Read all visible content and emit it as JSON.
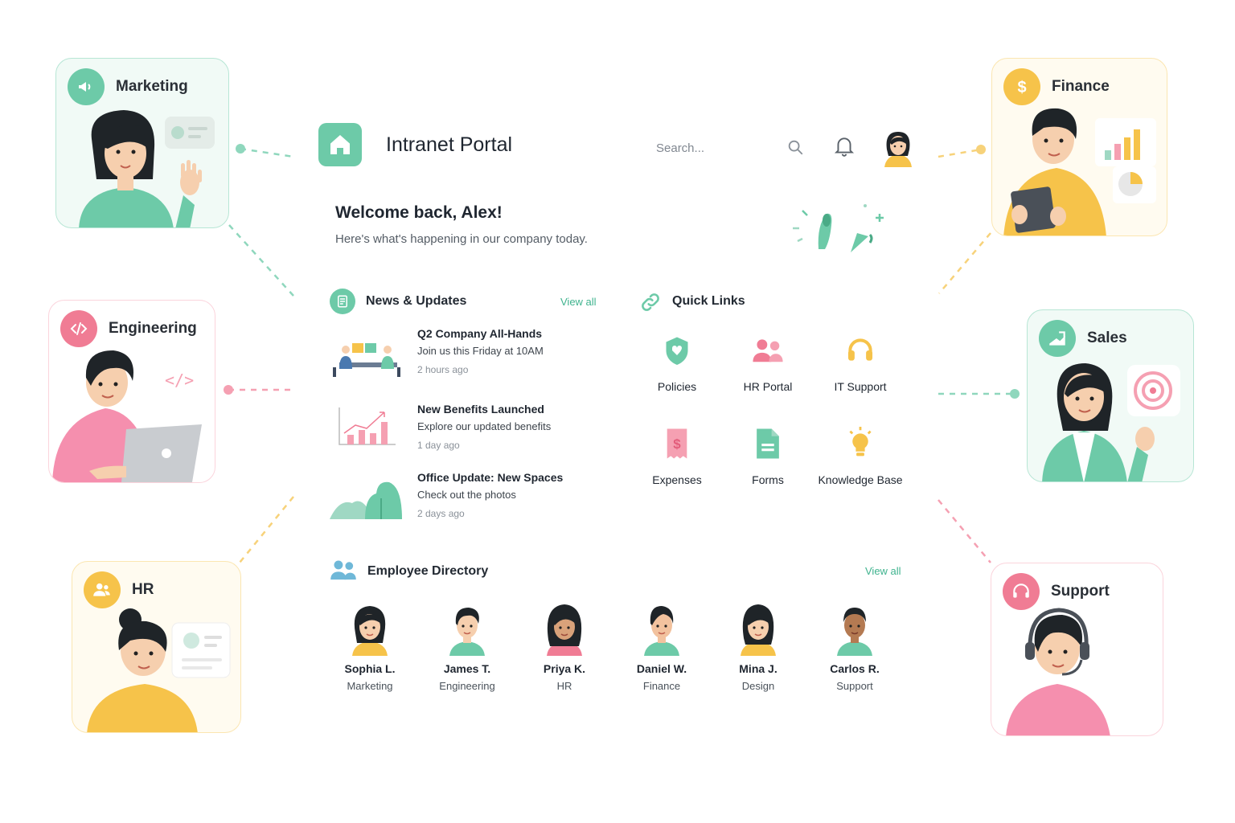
{
  "header": {
    "app_title": "Intranet Portal",
    "search_placeholder": "Search...",
    "icons": [
      "home-icon",
      "search-icon",
      "bell-icon",
      "user-avatar"
    ]
  },
  "welcome": {
    "title": "Welcome back, Alex!",
    "subtitle": "Here's what's happening in our company today."
  },
  "news": {
    "title": "News & Updates",
    "view_all": "View all",
    "items": [
      {
        "title": "Q2 Company All-Hands",
        "description": "Join us this Friday at 10AM",
        "time": "2 hours ago"
      },
      {
        "title": "New Benefits Launched",
        "description": "Explore our updated benefits",
        "time": "1 day ago"
      },
      {
        "title": "Office Update: New Spaces",
        "description": "Check out the photos",
        "time": "2 days ago"
      }
    ]
  },
  "quick_links": {
    "title": "Quick Links",
    "items": [
      {
        "label": "Policies",
        "icon": "shield-icon"
      },
      {
        "label": "HR Portal",
        "icon": "people-icon"
      },
      {
        "label": "IT Support",
        "icon": "headset-icon"
      },
      {
        "label": "Expenses",
        "icon": "receipt-icon"
      },
      {
        "label": "Forms",
        "icon": "document-icon"
      },
      {
        "label": "Knowledge Base",
        "icon": "lightbulb-icon"
      }
    ]
  },
  "directory": {
    "title": "Employee Directory",
    "view_all": "View all",
    "employees": [
      {
        "name": "Sophia L.",
        "department": "Marketing"
      },
      {
        "name": "James T.",
        "department": "Engineering"
      },
      {
        "name": "Priya K.",
        "department": "HR"
      },
      {
        "name": "Daniel W.",
        "department": "Finance"
      },
      {
        "name": "Mina J.",
        "department": "Design"
      },
      {
        "name": "Carlos R.",
        "department": "Support"
      }
    ]
  },
  "departments": [
    {
      "name": "Marketing",
      "icon": "megaphone-icon",
      "color": "#6dcaa8"
    },
    {
      "name": "Engineering",
      "icon": "code-icon",
      "color": "#f07c94"
    },
    {
      "name": "HR",
      "icon": "people-icon",
      "color": "#f6c34a"
    },
    {
      "name": "Finance",
      "icon": "dollar-icon",
      "color": "#f6c34a"
    },
    {
      "name": "Sales",
      "icon": "growth-chart-icon",
      "color": "#6dcaa8"
    },
    {
      "name": "Support",
      "icon": "headset-icon",
      "color": "#f07c94"
    }
  ],
  "colors": {
    "green": "#6dcaa8",
    "pink": "#f07c94",
    "yellow": "#f6c34a",
    "link": "#3fb38e"
  }
}
